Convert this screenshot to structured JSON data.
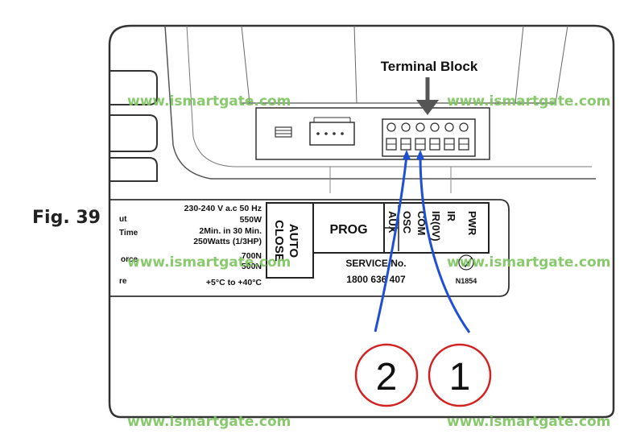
{
  "figure": {
    "label": "Fig. 39"
  },
  "diagram": {
    "terminal_block_label": "Terminal Block",
    "panel": {
      "specs_values": [
        "230-240 V a.c 50 Hz",
        "550W",
        "2Min. in 30 Min.",
        "250Watts (1/3HP)",
        "700N",
        "500N",
        "+5°C to +40°C"
      ],
      "specs_fragments": [
        "ut",
        "Time",
        "orce",
        "re"
      ],
      "auto_close": [
        "AUTO",
        "CLOSE"
      ],
      "prog": "PROG",
      "terminals": [
        "AUX",
        "OSC",
        "COM",
        "IR(0V)",
        "IR",
        "PWR"
      ],
      "service_label": "SERVICE No.",
      "service_number": "1800 636 407",
      "cert_code": "N1854"
    },
    "callouts": [
      "2",
      "1"
    ]
  },
  "watermarks": [
    "www.ismartgate.com",
    "www.ismartgate.com",
    "www.ismartgate.com",
    "www.ismartgate.com",
    "www.ismartgate.com",
    "www.ismartgate.com"
  ]
}
